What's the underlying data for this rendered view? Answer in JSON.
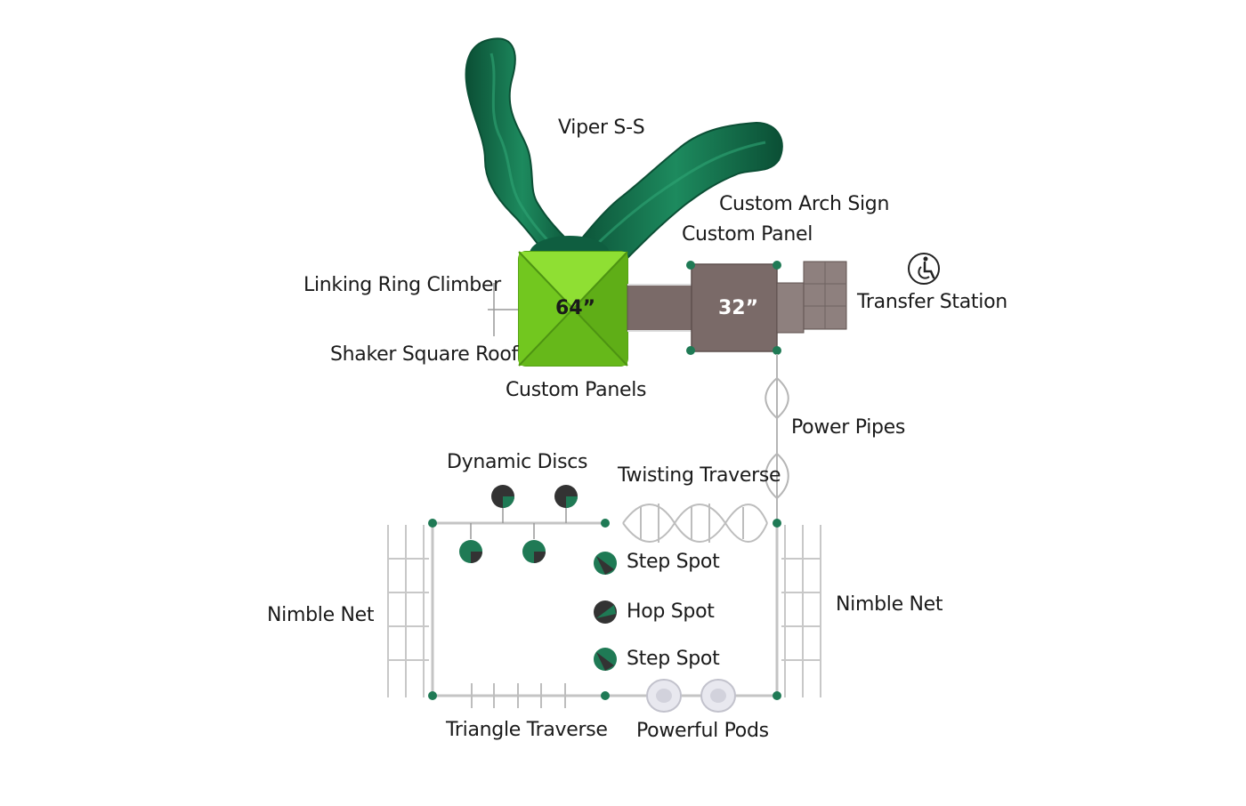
{
  "labels": {
    "viper": "Viper S-S",
    "arch_sign": "Custom Arch Sign",
    "custom_panel": "Custom Panel",
    "transfer_station": "Transfer Station",
    "linking_ring": "Linking Ring Climber",
    "shaker_roof": "Shaker Square Roof",
    "custom_panels": "Custom Panels",
    "power_pipes": "Power Pipes",
    "dynamic_discs": "Dynamic Discs",
    "twisting_traverse": "Twisting Traverse",
    "step_spot_1": "Step Spot",
    "hop_spot": "Hop Spot",
    "step_spot_2": "Step Spot",
    "nimble_net_left": "Nimble Net",
    "nimble_net_right": "Nimble Net",
    "triangle_traverse": "Triangle Traverse",
    "powerful_pods": "Powerful Pods"
  },
  "decks": {
    "tall": "64”",
    "short": "32”"
  },
  "colors": {
    "slide": "#136b4a",
    "slide_dark": "#0b4f35",
    "roof": "#7ed321",
    "roof_dark": "#56a315",
    "deck": "#7a6a68",
    "deck_light": "#8e807e",
    "post": "#1f7a55",
    "disc": "#333333",
    "rail": "#bcbcbc"
  },
  "icons": {
    "accessibility": "wheelchair-icon"
  }
}
